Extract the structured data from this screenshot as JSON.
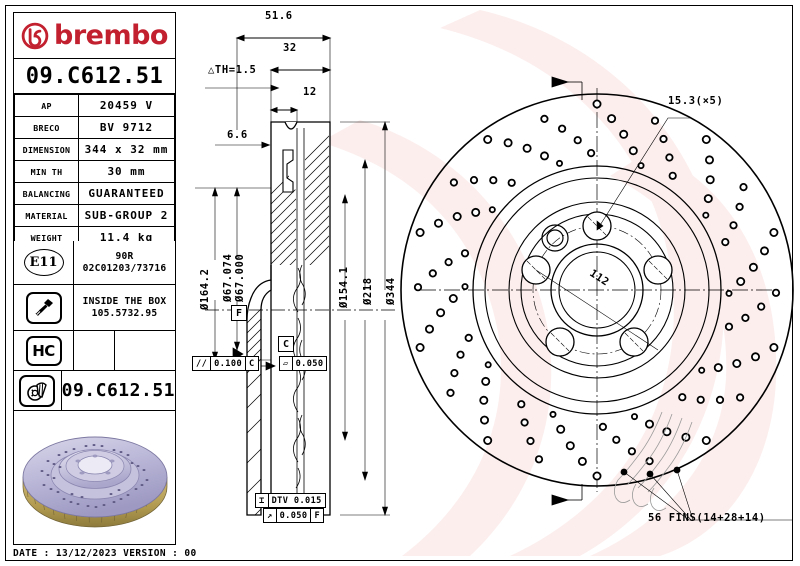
{
  "document": {
    "part_number": "09.C612.51",
    "brand": "brembo",
    "brand_color": "#c3202f",
    "date_line": "DATE :  13/12/2023 VERSION :  00"
  },
  "specs": {
    "rows": [
      {
        "key": "AP",
        "value": "20459 V"
      },
      {
        "key": "BRECO",
        "value": "BV 9712"
      },
      {
        "key": "DIMENSION",
        "value": "344 x 32 mm"
      },
      {
        "key": "MIN TH",
        "value": "30 mm"
      },
      {
        "key": "BALANCING",
        "value": "GUARANTEED"
      },
      {
        "key": "MATERIAL",
        "value": "SUB-GROUP 2"
      },
      {
        "key": "WEIGHT",
        "value": "11.4 kg"
      }
    ],
    "homologation": {
      "icon": "e11-circle-icon",
      "badge": "E11",
      "line1": "90R",
      "line2": "02C01203/73716"
    },
    "accessory": {
      "icon": "screw-icon",
      "line1": "INSIDE THE BOX",
      "line2": "105.5732.95"
    },
    "hc_badge": {
      "icon": "hc-badge-icon",
      "label": "HC"
    },
    "disc_ref": {
      "icon": "brake-disc-icon",
      "value": "09.C612.51"
    },
    "render": {
      "icon": "brake-disc-3d-render",
      "face_color": "#b9b6d8",
      "edge_color": "#b9a05a"
    }
  },
  "section_view": {
    "name": "cross-section-view",
    "dimensions": {
      "overall_width": "51.6",
      "disc_thickness": "32",
      "hat_wall": "12",
      "hat_offset": "6.6",
      "thickness_variation": "△TH=1.5",
      "d_164_2": "Ø164.2",
      "d_67_074": "Ø67.074",
      "d_67_000": "Ø67.000",
      "d_154_1": "Ø154.1",
      "d_218": "Ø218",
      "d_344": "Ø344"
    },
    "datums": {
      "f": "F",
      "c": "C"
    },
    "tolerances": {
      "parallelism_symbol": "//",
      "parallelism_value": "0.100",
      "parallelism_datum": "C",
      "flatness_symbol": "▱",
      "flatness_value": "0.050",
      "dtv_symbol": "⌶",
      "dtv_label": "DTV 0.015",
      "runout_symbol": "↗",
      "runout_value": "0.050",
      "runout_datum": "F"
    }
  },
  "front_view": {
    "name": "front-face-view",
    "annotations": {
      "bolt_hole": "15.3(×5)",
      "bolt_circle": "112",
      "fins": "56 FINS(14+28+14)"
    }
  }
}
